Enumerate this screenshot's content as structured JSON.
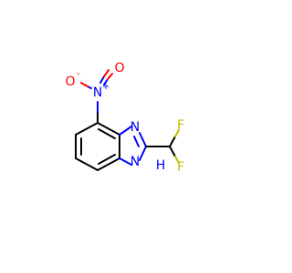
{
  "colors": {
    "carbon": "#000000",
    "nitrogen": "#0000ff",
    "oxygen": "#ff0000",
    "fluorine": "#c8c800"
  },
  "atoms": {
    "o_nitro_1": {
      "symbol": "O",
      "charge": "-"
    },
    "n_nitro": {
      "symbol": "N",
      "charge": "+"
    },
    "o_nitro_2": {
      "symbol": "O"
    },
    "n_ring_3": {
      "symbol": "N"
    },
    "n_ring_1": {
      "symbol": "N"
    },
    "h_ring_1": {
      "symbol": "H"
    },
    "f_1": {
      "symbol": "F"
    },
    "f_2": {
      "symbol": "F"
    }
  }
}
